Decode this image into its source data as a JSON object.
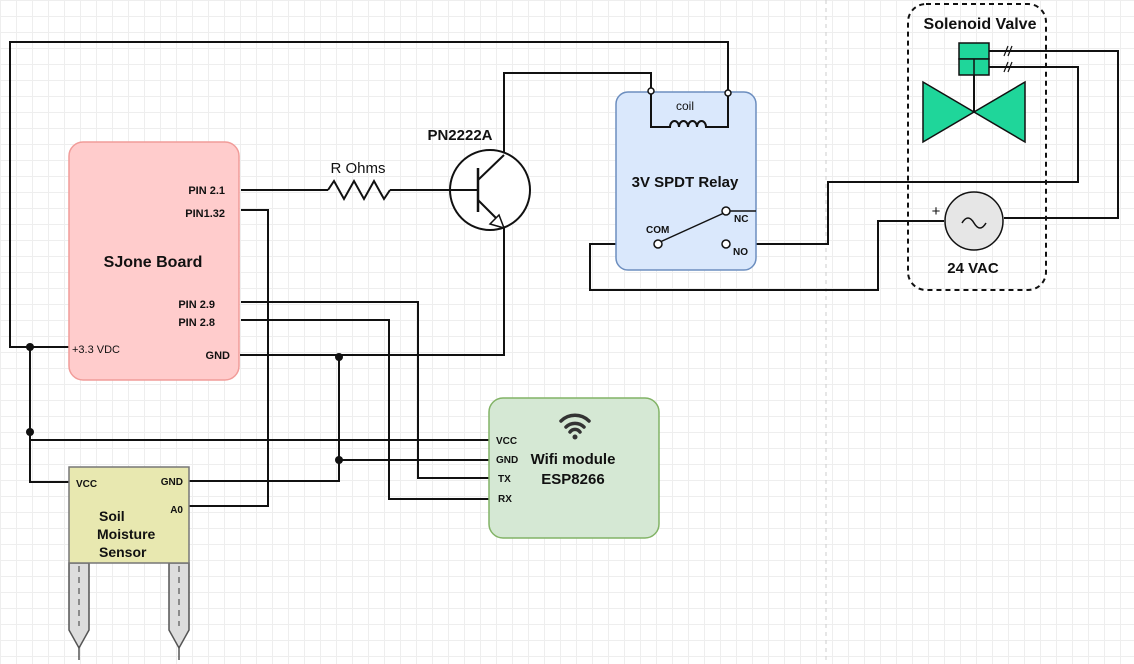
{
  "sjone": {
    "title": "SJone Board",
    "pins": {
      "pin21": "PIN 2.1",
      "pin132": "PIN1.32",
      "pin29": "PIN 2.9",
      "pin28": "PIN 2.8",
      "vdd": "+3.3 VDC",
      "gnd": "GND"
    },
    "fill": "#ffcccc",
    "stroke": "#f19c99"
  },
  "resistor": {
    "label": "R Ohms"
  },
  "transistor": {
    "label": "PN2222A"
  },
  "relay": {
    "title": "3V SPDT Relay",
    "coil": "coil",
    "com": "COM",
    "nc": "NC",
    "no": "NO",
    "fill": "#dae8fc",
    "stroke": "#6c8ebf"
  },
  "valve": {
    "title": "Solenoid Valve",
    "color": "#1fd69a"
  },
  "ac_source": {
    "label": "24 VAC",
    "plus": "+"
  },
  "wifi": {
    "title_line1": "Wifi module",
    "title_line2": "ESP8266",
    "pins": {
      "vcc": "VCC",
      "gnd": "GND",
      "tx": "TX",
      "rx": "RX"
    },
    "fill": "#d5e8d4",
    "stroke": "#82b366"
  },
  "sensor": {
    "title_line1": "Soil",
    "title_line2": "Moisture",
    "title_line3": "Sensor",
    "pins": {
      "vcc": "VCC",
      "gnd": "GND",
      "a0": "A0"
    },
    "fill": "#e8e8b0",
    "stroke": "#777777"
  }
}
